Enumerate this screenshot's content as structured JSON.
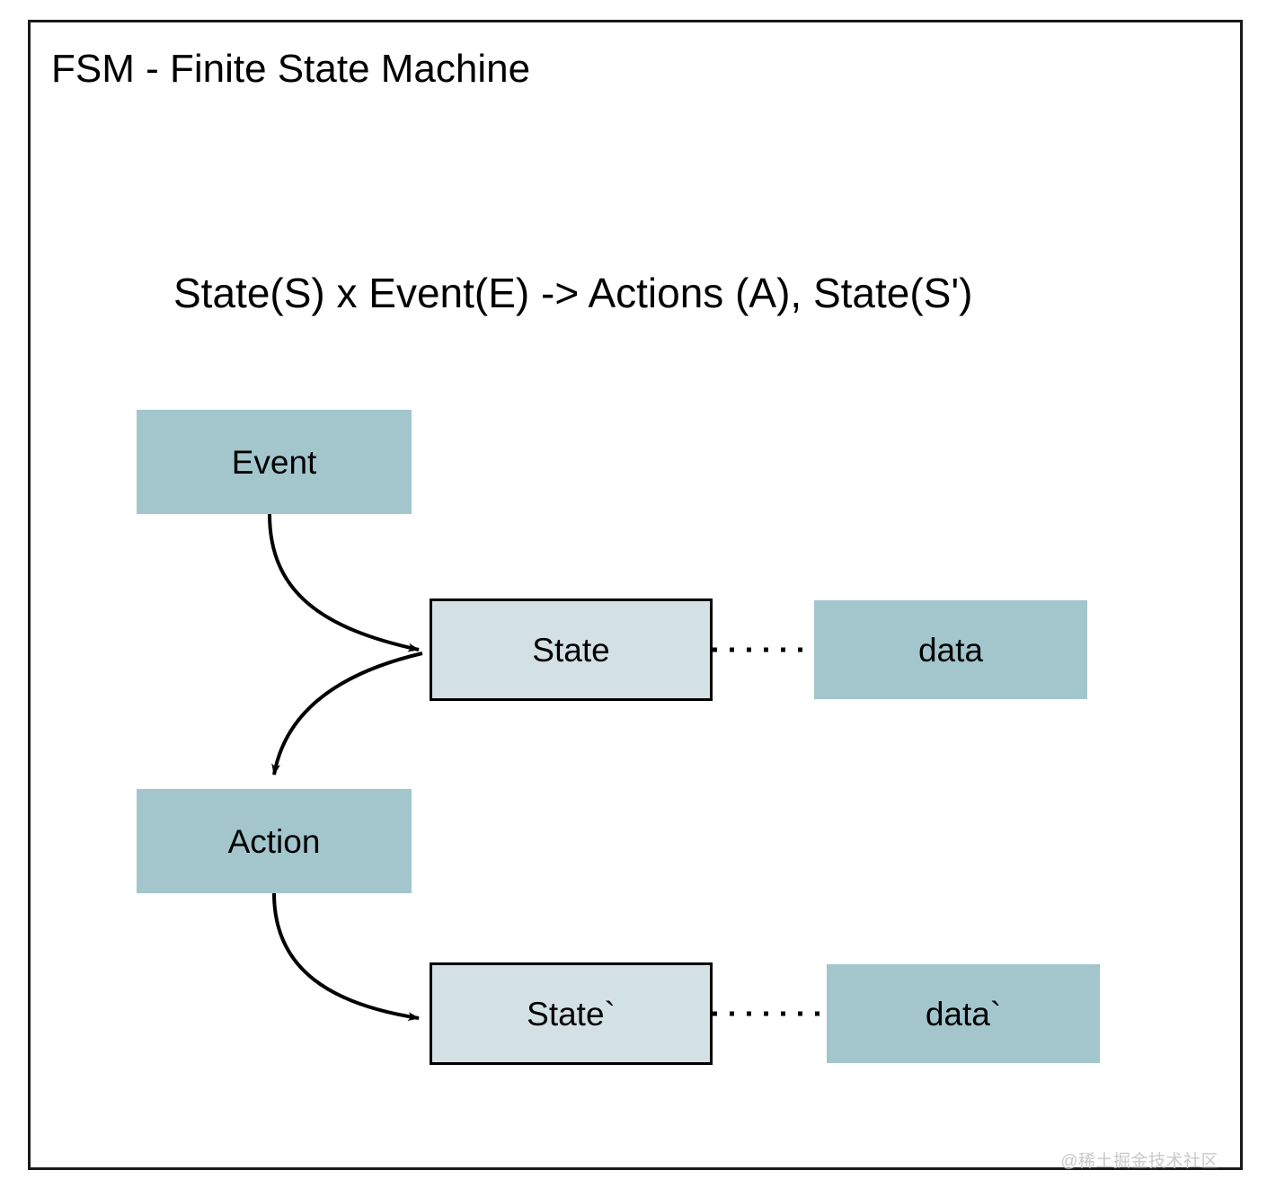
{
  "slide": {
    "title": "FSM - Finite State Machine",
    "formula": "State(S) x Event(E) -> Actions (A), State(S')",
    "watermark": "@稀土掘金技术社区",
    "frame_border_color": "#1a1a1a",
    "background_color": "#ffffff"
  },
  "palette": {
    "filled_node_fill": "#a3c6cd",
    "outlined_node_fill": "#d3e0e4",
    "outlined_node_border": "#000000",
    "connector_color": "#000000",
    "watermark_color": "#c9c9c9"
  },
  "nodes": {
    "event": {
      "label": "Event",
      "style": "filled"
    },
    "state": {
      "label": "State",
      "style": "outlined"
    },
    "data": {
      "label": "data",
      "style": "filled"
    },
    "action": {
      "label": "Action",
      "style": "filled"
    },
    "state_prime": {
      "label": "State`",
      "style": "outlined"
    },
    "data_prime": {
      "label": "data`",
      "style": "filled"
    }
  },
  "connectors": [
    {
      "name": "event-to-state",
      "from": "event",
      "to": "state",
      "style": "curved-arrow"
    },
    {
      "name": "event-to-action",
      "from": "event",
      "to": "action",
      "style": "curved-arrow"
    },
    {
      "name": "action-to-state-prime",
      "from": "action",
      "to": "state_prime",
      "style": "curved-arrow"
    },
    {
      "name": "state-to-data",
      "from": "state",
      "to": "data",
      "style": "dotted-line"
    },
    {
      "name": "state-prime-to-data-prime",
      "from": "state_prime",
      "to": "data_prime",
      "style": "dotted-line"
    }
  ]
}
